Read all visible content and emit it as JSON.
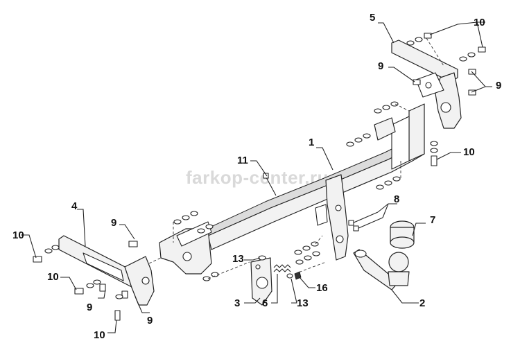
{
  "watermark": "farkop-center.ru",
  "labels": {
    "l1": "1",
    "l2": "2",
    "l3": "3",
    "l4": "4",
    "l5": "5",
    "l6": "6",
    "l7": "7",
    "l8": "8",
    "l9a": "9",
    "l9b": "9",
    "l9c": "9",
    "l9d": "9",
    "l9e": "9",
    "l10a": "10",
    "l10b": "10",
    "l10c": "10",
    "l10d": "10",
    "l10e": "10",
    "l11": "11",
    "l13a": "13",
    "l13b": "13",
    "l16": "16"
  }
}
